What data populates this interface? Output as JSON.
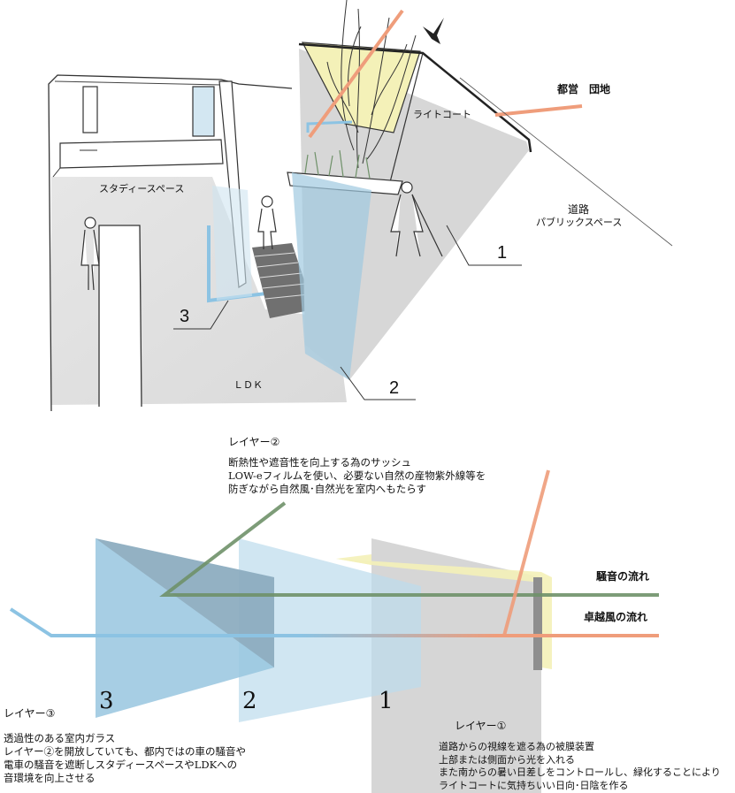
{
  "sketch": {
    "study_space": "スタディースペース",
    "light_court": "ライトコート",
    "public_housing": "都営　団地",
    "road": "道路",
    "public_space": "パブリックスペース",
    "ldk": "ＬＤＫ",
    "callouts": [
      "1",
      "2",
      "3"
    ]
  },
  "diagram": {
    "layer2_title": "レイヤー②",
    "layer2_lines": [
      "断熱性や遮音性を向上する為のサッシュ",
      "LOW-eフィルムを使い、必要ない自然の産物紫外線等を",
      "防ぎながら自然風･自然光を室内へもたらす"
    ],
    "noise_flow": "騒音の流れ",
    "wind_flow": "卓越風の流れ",
    "panel_numbers": [
      "3",
      "2",
      "1"
    ],
    "layer3_title": "レイヤー③",
    "layer3_lines": [
      "透過性のある室内ガラス",
      "レイヤー②を開放していても、都内ではの車の騒音や",
      "電車の騒音を遮断しスタディースペースやLDKへの",
      "音環境を向上させる"
    ],
    "layer1_title": "レイヤー①",
    "layer1_lines": [
      "道路からの視線を遮る為の被膜装置",
      "上部または側面から光を入れる",
      "また南からの暑い日差しをコントロールし、緑化することにより",
      "ライトコートに気持ちいい日向･日陰を作る"
    ]
  },
  "colors": {
    "blue": "#8cc3e3",
    "orange": "#ef9d7b",
    "green": "#6f9169",
    "yellow": "#f4f1b8",
    "gray": "#cfcfcf"
  }
}
